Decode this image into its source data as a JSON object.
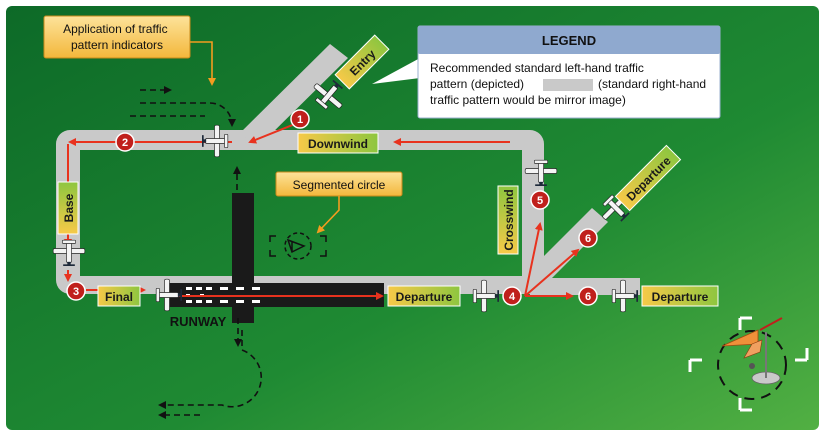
{
  "callouts": {
    "indicators": "Application of traffic pattern indicators",
    "indicators_line1": "Application of traffic",
    "indicators_line2": "pattern indicators",
    "segmented_circle": "Segmented circle"
  },
  "legend": {
    "title": "LEGEND",
    "line1": "Recommended standard left-hand traffic",
    "line2a": "pattern (depicted)",
    "line2b": "(standard right-hand",
    "line3": "traffic pattern would be mirror image)"
  },
  "legs": {
    "entry": "Entry",
    "downwind": "Downwind",
    "base": "Base",
    "final": "Final",
    "crosswind": "Crosswind",
    "departure_runway": "Departure",
    "departure_right": "Departure",
    "departure_diag": "Departure"
  },
  "runway_label": "RUNWAY",
  "markers": {
    "m1": "1",
    "m2": "2",
    "m3": "3",
    "m4": "4",
    "m5": "5",
    "m6a": "6",
    "m6b": "6"
  },
  "colors": {
    "background_dark": "#0f6e2a",
    "background_light": "#4fae3f",
    "pattern_path": "#c8c8c8",
    "runway": "#1a1a1a",
    "arrow": "#e8321e",
    "marker": "#c0201c",
    "label_gradient_start": "#f5c842",
    "label_gradient_end": "#8fc63a",
    "legend_header": "#8fa9cf"
  }
}
